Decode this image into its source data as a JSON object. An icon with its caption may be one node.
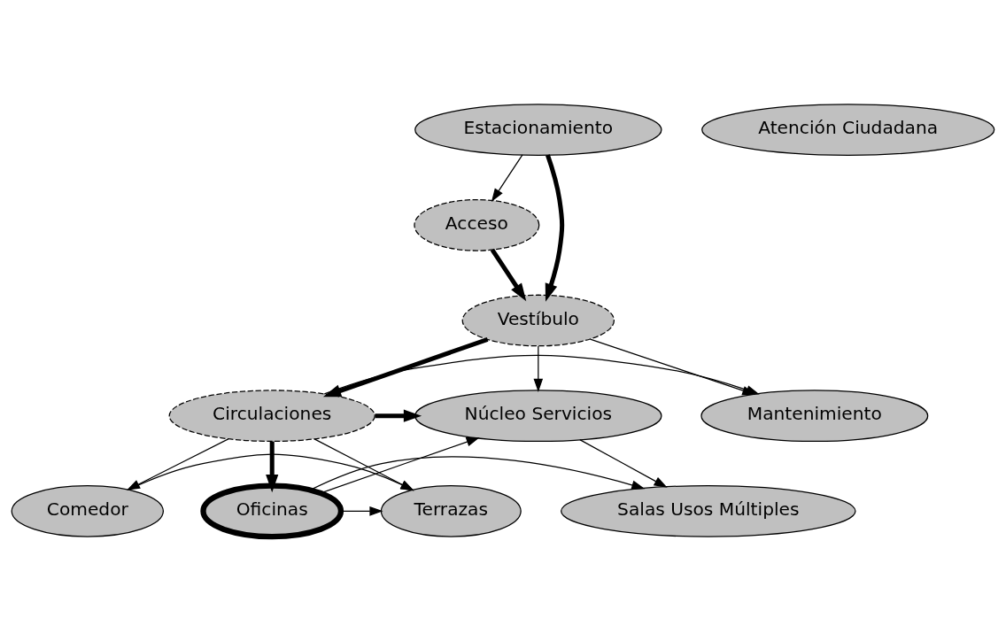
{
  "diagram": {
    "nodes": [
      {
        "text": [
          "Acceso"
        ]
      },
      {
        "text": [
          "Atención Ciudadana"
        ]
      },
      {
        "text": [
          "Estacionamiento"
        ]
      },
      {
        "text": [
          "Vestíbulo"
        ]
      },
      {
        "text": [
          "Núcleo Servicios"
        ]
      },
      {
        "text": [
          "Circulaciones"
        ]
      },
      {
        "text": [
          "Mantenimiento"
        ]
      },
      {
        "text": [
          "Salas Usos Múltiples"
        ]
      },
      {
        "text": [
          "Oficinas"
        ]
      },
      {
        "text": [
          "Terrazas"
        ]
      },
      {
        "text": [
          "Comedor"
        ]
      }
    ],
    "edges": [
      {
        "from": 0,
        "to": 3,
        "arrow": "to",
        "style": "thick"
      },
      {
        "from": 2,
        "to": 0,
        "arrow": "to"
      },
      {
        "from": 2,
        "to": 3,
        "arrow": "to",
        "style": "thick"
      },
      {
        "from": 3,
        "to": 4,
        "arrow": "to"
      },
      {
        "from": 3,
        "to": 5,
        "arrow": "to",
        "style": "thick"
      },
      {
        "from": 3,
        "to": 6,
        "arrow": "to"
      },
      {
        "from": 5,
        "to": 4,
        "arrow": "to",
        "style": "thick"
      },
      {
        "from": 5,
        "to": 6,
        "arrow": "to"
      },
      {
        "from": 5,
        "to": 8,
        "arrow": "to",
        "style": "thick"
      },
      {
        "from": 5,
        "to": 9,
        "arrow": "to"
      },
      {
        "from": 5,
        "to": 10,
        "arrow": "to"
      },
      {
        "from": 4,
        "to": 7,
        "arrow": "to"
      },
      {
        "from": 8,
        "to": 4,
        "arrow": "to"
      },
      {
        "from": 8,
        "to": 7,
        "arrow": "to"
      },
      {
        "from": 8,
        "to": 9,
        "arrow": "to"
      },
      {
        "from": 10,
        "to": 9,
        "arrow": "to"
      }
    ]
  }
}
